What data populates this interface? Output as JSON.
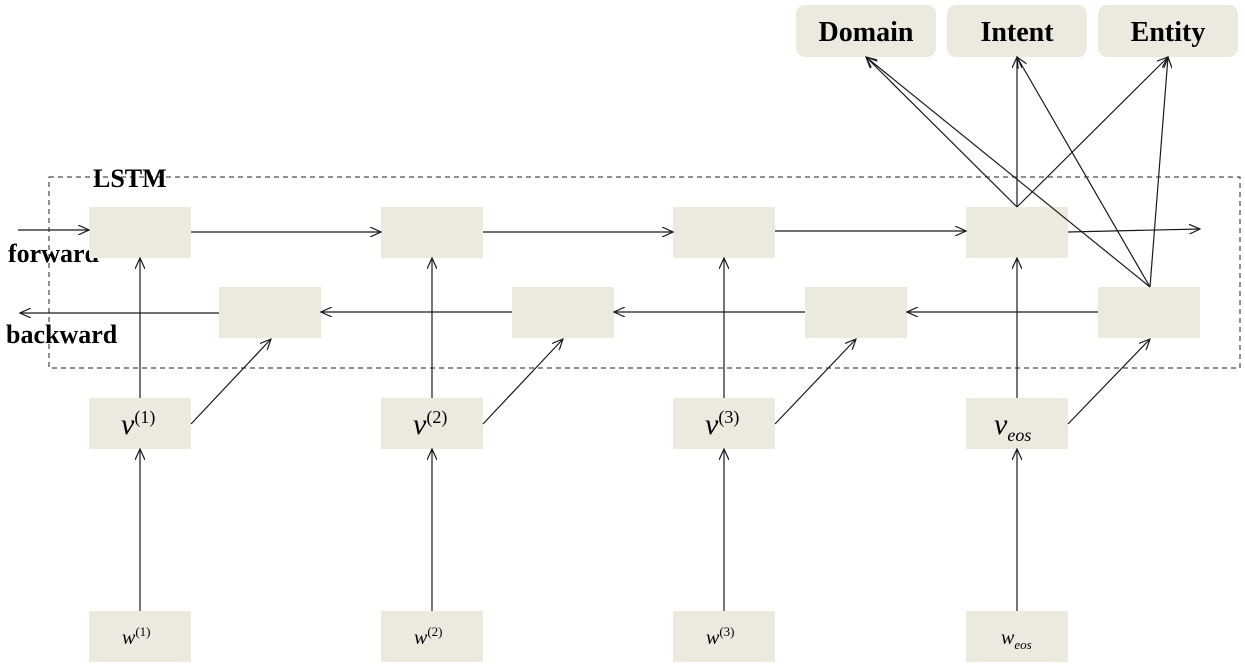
{
  "outputs": {
    "domain": "Domain",
    "intent": "Intent",
    "entity": "Entity"
  },
  "labels": {
    "lstm": "LSTM",
    "forward": "forward",
    "backward": "backward"
  },
  "vectors": [
    {
      "base": "v",
      "sup": "(1)",
      "sub": ""
    },
    {
      "base": "v",
      "sup": "(2)",
      "sub": ""
    },
    {
      "base": "v",
      "sup": "(3)",
      "sub": ""
    },
    {
      "base": "v",
      "sup": "",
      "sub": "eos"
    }
  ],
  "words": [
    {
      "base": "w",
      "sup": "(1)",
      "sub": ""
    },
    {
      "base": "w",
      "sup": "(2)",
      "sub": ""
    },
    {
      "base": "w",
      "sup": "(3)",
      "sub": ""
    },
    {
      "base": "w",
      "sup": "",
      "sub": "eos"
    }
  ],
  "colors": {
    "box_fill": "#ece9df",
    "line": "#1a1a1a"
  }
}
